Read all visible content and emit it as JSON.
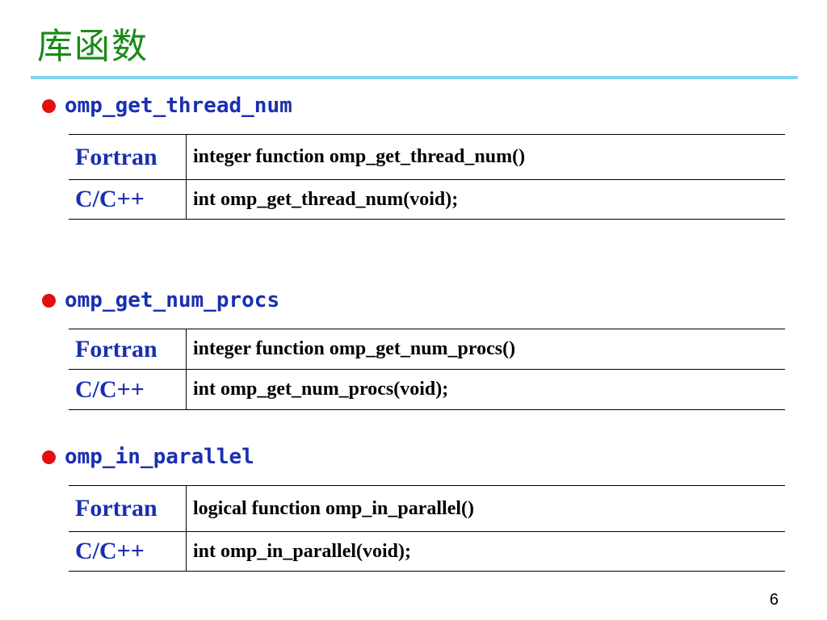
{
  "title": "库函数",
  "sections": [
    {
      "name": "omp_get_thread_num",
      "rows": [
        {
          "lang": "Fortran",
          "signature": "integer function omp_get_thread_num()"
        },
        {
          "lang": "C/C++",
          "signature": "int omp_get_thread_num(void);"
        }
      ]
    },
    {
      "name": "omp_get_num_procs",
      "rows": [
        {
          "lang": "Fortran",
          "signature": "integer function omp_get_num_procs()"
        },
        {
          "lang": "C/C++",
          "signature": "int omp_get_num_procs(void);"
        }
      ]
    },
    {
      "name": "omp_in_parallel",
      "rows": [
        {
          "lang": "Fortran",
          "signature": "logical function omp_in_parallel()"
        },
        {
          "lang": "C/C++",
          "signature": "int omp_in_parallel(void);"
        }
      ]
    }
  ],
  "page_number": "6",
  "colors": {
    "title": "#1a8a1a",
    "accent_rule": "#7fd6f0",
    "bullet": "#e01010",
    "keyword_blue": "#1a2fb0"
  }
}
